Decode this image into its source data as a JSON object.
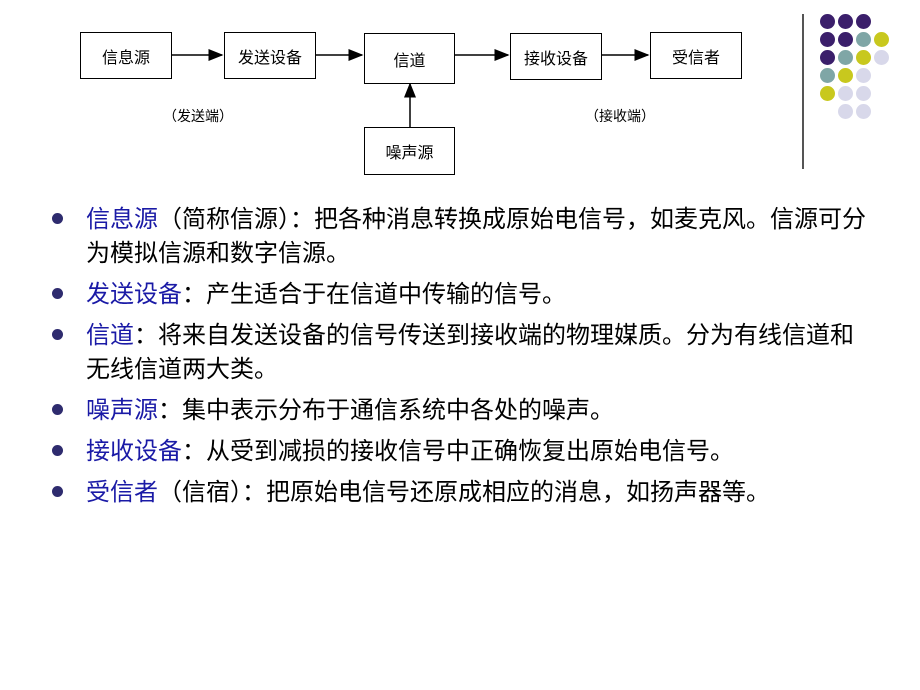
{
  "diagram": {
    "nodes": {
      "source": "信息源",
      "transmitter": "发送设备",
      "channel": "信道",
      "receiver": "接收设备",
      "destination": "受信者",
      "noise": "噪声源"
    },
    "labels": {
      "sending_end": "（发送端）",
      "receiving_end": "（接收端）"
    }
  },
  "bullets": [
    {
      "term": "信息源",
      "text": "（简称信源）：把各种消息转换成原始电信号，如麦克风。信源可分为模拟信源和数字信源。"
    },
    {
      "term": "发送设备",
      "text": "：产生适合于在信道中传输的信号。"
    },
    {
      "term": "信道",
      "text": "：将来自发送设备的信号传送到接收端的物理媒质。分为有线信道和无线信道两大类。"
    },
    {
      "term": "噪声源",
      "text": "：集中表示分布于通信系统中各处的噪声。"
    },
    {
      "term": "接收设备",
      "text": "：从受到减损的接收信号中正确恢复出原始电信号。"
    },
    {
      "term": "受信者",
      "text": "（信宿）：把原始电信号还原成相应的消息，如扬声器等。"
    }
  ],
  "colors": {
    "purple": "#3b1f6b",
    "teal": "#7fa6a6",
    "olive": "#c8c81e",
    "lavender": "#d8d8ea",
    "term_blue": "#1a1aa6",
    "bullet": "#2e2b6e"
  }
}
